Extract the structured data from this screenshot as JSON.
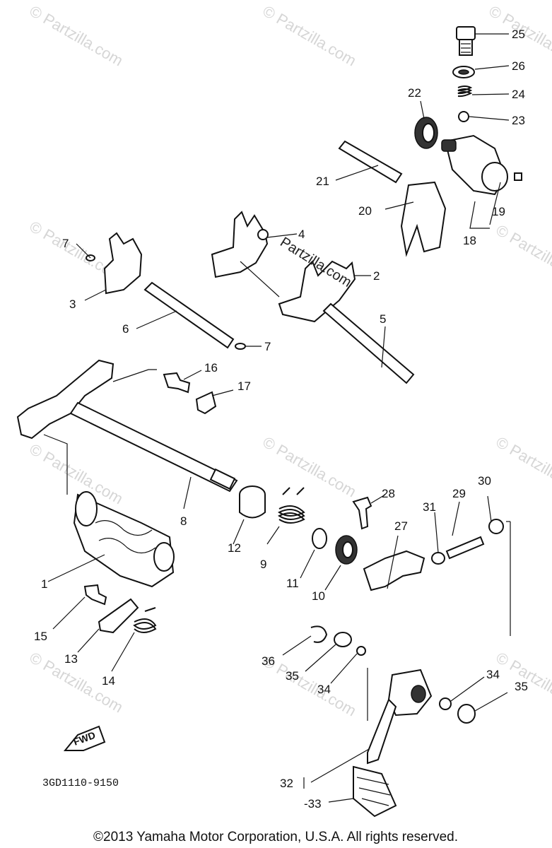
{
  "watermark": "© Partzilla.com",
  "overlay_watermark": "Partzilla.com",
  "fwd_label": "FWD",
  "diagram_code": "3GD1110-9150",
  "copyright": "©2013 Yamaha Motor Corporation, U.S.A. All rights reserved.",
  "callouts": [
    "25",
    "26",
    "24",
    "23",
    "22",
    "21",
    "20",
    "19",
    "18",
    "4",
    "2",
    "7",
    "3",
    "6",
    "7",
    "5",
    "16",
    "17",
    "8",
    "28",
    "29",
    "30",
    "31",
    "27",
    "12",
    "9",
    "11",
    "10",
    "1",
    "15",
    "13",
    "14",
    "36",
    "35",
    "34",
    "34",
    "35",
    "32",
    "-33"
  ]
}
